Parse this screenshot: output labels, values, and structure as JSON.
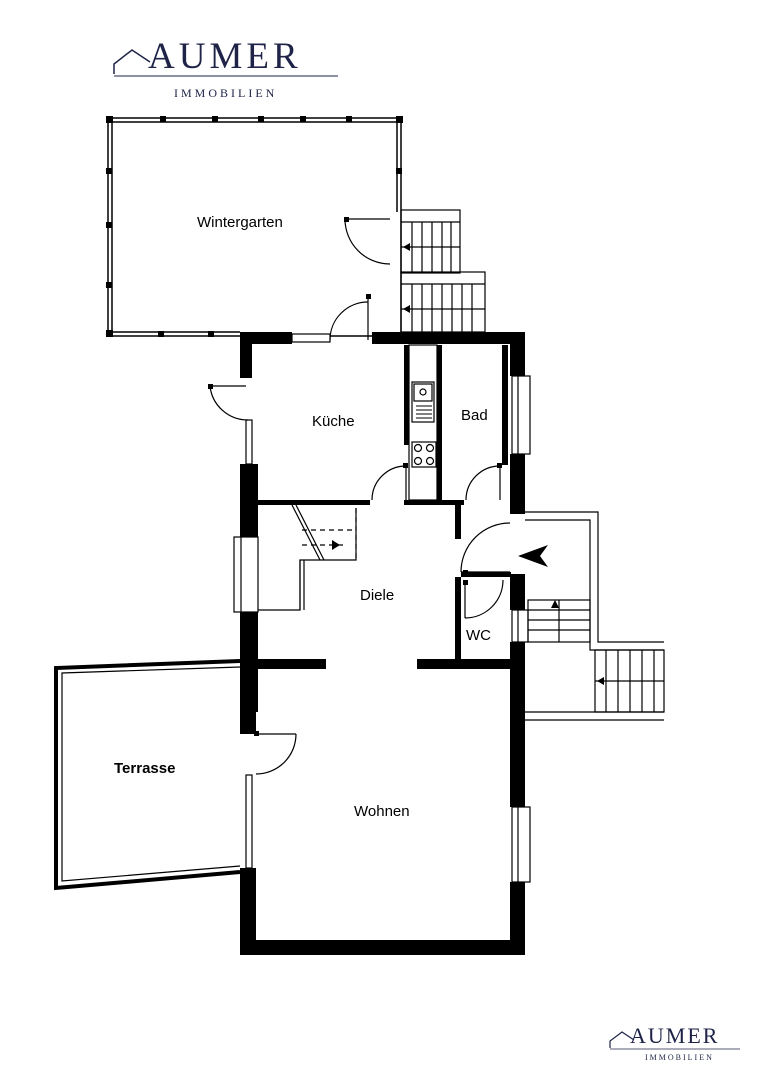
{
  "brand": {
    "name": "AUMER",
    "subtitle": "IMMOBILIEN",
    "color": "#1e2347"
  },
  "rooms": {
    "wintergarten": "Wintergarten",
    "kueche": "Küche",
    "bad": "Bad",
    "diele": "Diele",
    "wc": "WC",
    "terrasse": "Terrasse",
    "wohnen": "Wohnen"
  },
  "colors": {
    "wall": "#000000",
    "background": "#ffffff"
  }
}
